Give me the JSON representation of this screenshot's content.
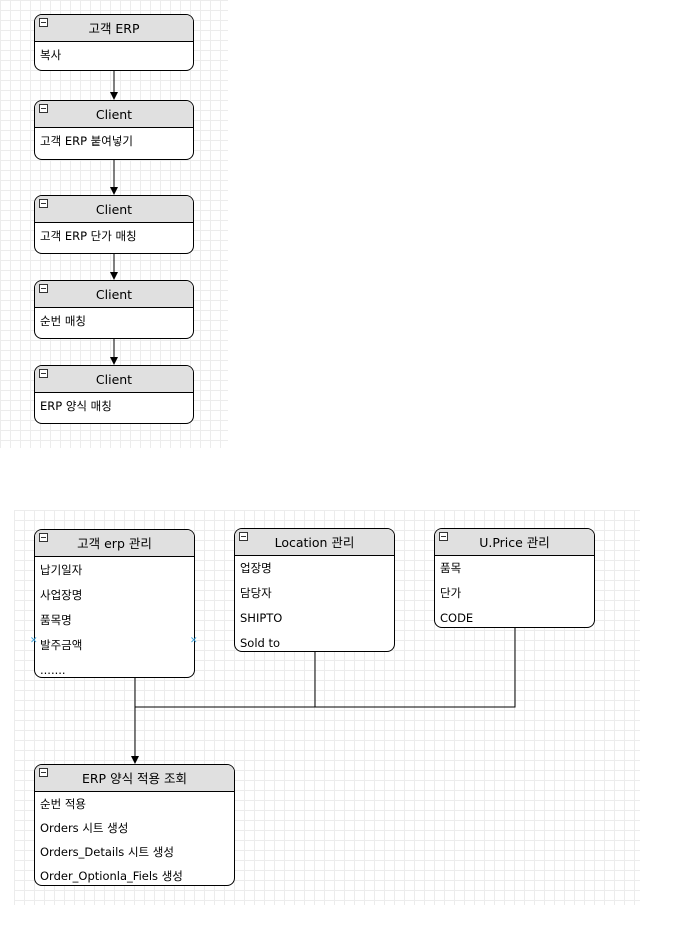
{
  "flow": {
    "boxes": [
      {
        "title": "고객 ERP",
        "text": "복사"
      },
      {
        "title": "Client",
        "text": "고객 ERP 붙여넣기"
      },
      {
        "title": "Client",
        "text": "고객 ERP 단가 매칭"
      },
      {
        "title": "Client",
        "text": "순번 매칭"
      },
      {
        "title": "Client",
        "text": "ERP 양식 매칭"
      }
    ]
  },
  "entities": {
    "customer_erp": {
      "title": "고객 erp 관리",
      "fields": [
        "납기일자",
        "사업장명",
        "품목명",
        "발주금액",
        "......."
      ]
    },
    "location": {
      "title": "Location 관리",
      "fields": [
        "업장명",
        "담당자",
        "SHIPTO",
        "Sold to"
      ]
    },
    "uprice": {
      "title": "U.Price 관리",
      "fields": [
        "품목",
        "단가",
        "CODE"
      ]
    },
    "result": {
      "title": "ERP 양식 적용 조회",
      "fields": [
        "순번 적용",
        "Orders 시트 생성",
        "Orders_Details  시트 생성",
        "Order_Optionla_Fiels 생성"
      ]
    }
  },
  "colors": {
    "header": "#e0e0e0",
    "border": "#000000",
    "grid": "#ececec",
    "handle": "#3aa0d8"
  }
}
